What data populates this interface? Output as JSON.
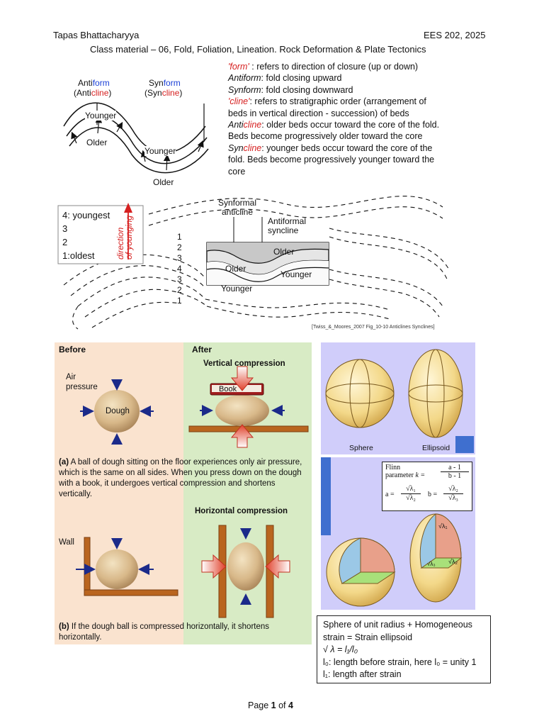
{
  "header": {
    "author": "Tapas Bhattacharyya",
    "course": "EES 202, 2025",
    "subtitle": "Class material – 06, Fold, Foliation, Lineation. Rock Deformation & Plate Tectonics"
  },
  "fold_terms": {
    "antiform_prefix": "Anti",
    "antiform_suffix": "form",
    "anticline_open": "(Anti",
    "anticline_suffix": "cline",
    "anticline_close": ")",
    "synform_prefix": "Syn",
    "synform_suffix": "form",
    "syncline_open": "(Syn",
    "syncline_suffix": "cline",
    "syncline_close": ")",
    "younger_top": "Younger",
    "older_left": "Older",
    "younger_mid": "Younger",
    "older_bottom": "Older"
  },
  "definitions": {
    "form_term": "'form'",
    "form_text": " : refers to direction of closure (up or down)",
    "antiform_term": "Antiform",
    "antiform_text": ": fold closing upward",
    "synform_term": "Synform",
    "synform_text": ": fold closing downward",
    "cline_term": "'cline'",
    "cline_text": ": refers to stratigraphic order (arrangement of beds in vertical direction - succession) of beds",
    "anticline_a": "Anti",
    "anticline_b": "cline",
    "anticline_text": ": older beds occur toward the core of the fold. Beds become progressively older toward the core",
    "syncline_a": "Syn",
    "syncline_b": "cline",
    "syncline_text": ": younger beds occur toward the core of the fold. Beds become progressively younger toward the core"
  },
  "stratigraphy": {
    "legend": [
      "4: youngest",
      "3",
      "2",
      "1:oldest"
    ],
    "arrow_label_1": "direction",
    "arrow_label_2": "of younging",
    "synformal_1": "Synformal",
    "synformal_2": "anticline",
    "antiformal_1": "Antiformal",
    "antiformal_2": "syncline",
    "layer_numbers": [
      "1",
      "2",
      "3",
      "4",
      "3",
      "2",
      "1"
    ],
    "older_a": "Older",
    "older_b": "Older",
    "younger_a": "Younger",
    "younger_b": "Younger",
    "citation": "[Twiss_&_Moores_2007 Fig_10-10 Anticlines Synclines]"
  },
  "dough_figure": {
    "before": "Before",
    "after": "After",
    "vertical_compression": "Vertical compression",
    "air_pressure_1": "Air",
    "air_pressure_2": "pressure",
    "dough": "Dough",
    "book": "Book",
    "caption_a_label": "(a)",
    "caption_a": " A ball of dough sitting on the floor experiences only air pressure, which is the same on all sides. When you press down on the dough with a book, it undergoes vertical compression and shortens vertically.",
    "horizontal_compression": "Horizontal compression",
    "wall": "Wall",
    "caption_b_label": "(b)",
    "caption_b": " If the dough ball is compressed horizontally, it shortens horizontally."
  },
  "strain": {
    "sphere": "Sphere",
    "ellipsoid": "Ellipsoid",
    "flinn_1": "Flinn",
    "flinn_2": "parameter",
    "flinn_k": "k =",
    "flinn_num": "a - 1",
    "flinn_den": "b - 1",
    "a_eq": "a =",
    "b_eq": "b =",
    "a_num": "√λ₁",
    "a_den": "√λ₂",
    "b_num": "√λ₂",
    "b_den": "√λ₃",
    "lam1": "√λ₁",
    "lam2": "√λ₂",
    "lam3": "√λ₃"
  },
  "strain_box": {
    "line1": "Sphere of unit radius + Homogeneous",
    "line2": "strain = Strain ellipsoid",
    "line3": "√ λ = l₁/l₀",
    "line4": "l₀: length before strain, here l₀ = unity 1",
    "line5": "l₁: length after strain"
  },
  "footer": {
    "page_prefix": "Page ",
    "page_num": "1",
    "page_mid": " of ",
    "page_total": "4"
  },
  "colors": {
    "red": "#d62020",
    "blue": "#1a3fd6",
    "before_bg": "#fae3cf",
    "after_bg": "#d8ebc5",
    "lavender": "#d0cdfa",
    "wood": "#b9651f"
  }
}
